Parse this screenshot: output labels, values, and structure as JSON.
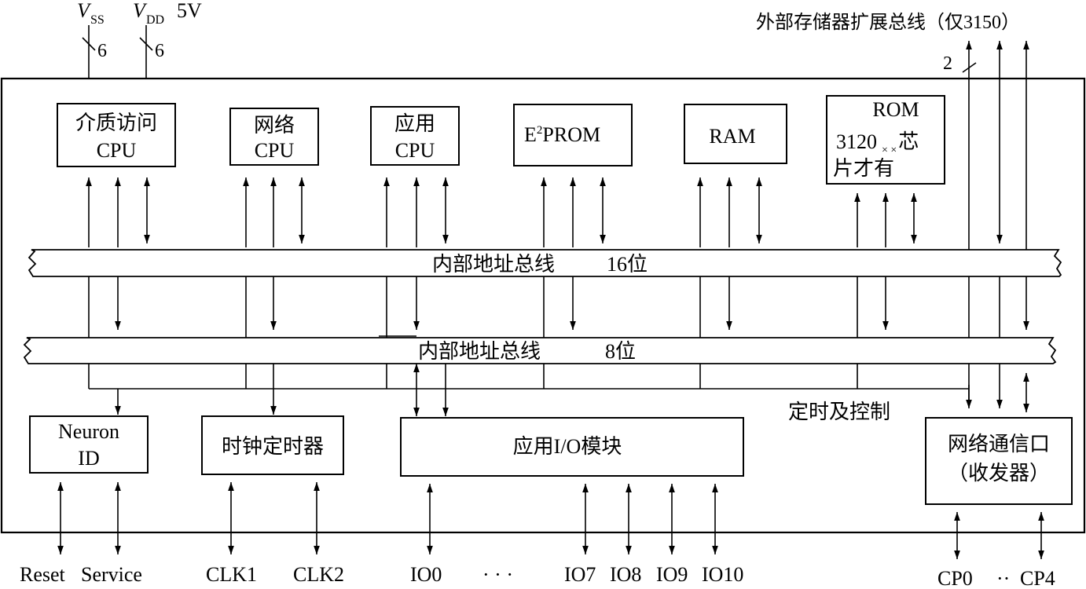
{
  "power": {
    "vss_symbol": "V",
    "vss_sub": "SS",
    "vss_count": "6",
    "vdd_symbol": "V",
    "vdd_sub": "DD",
    "vdd_voltage": "5V",
    "vdd_count": "6"
  },
  "external_bus": {
    "label": "外部存储器扩展总线（仅3150）",
    "width": "2"
  },
  "blocks": {
    "media_cpu": [
      "介质访问",
      "CPU"
    ],
    "network_cpu": [
      "网络",
      "CPU"
    ],
    "app_cpu": [
      "应用",
      "CPU"
    ],
    "eeprom": {
      "prefix": "E",
      "sup": "2",
      "suffix": "PROM"
    },
    "ram": "RAM",
    "rom": {
      "line1": "ROM",
      "line2": "3120",
      "line2_sub": "× ×",
      "line2_tail": "芯",
      "line3": "片才有"
    },
    "neuron_id": [
      "Neuron",
      "ID"
    ],
    "clock_timer": "时钟定时器",
    "app_io": "应用I/O模块",
    "net_port": [
      "网络通信口",
      "（收发器）"
    ]
  },
  "buses": {
    "bus16": {
      "name": "内部地址总线",
      "width": "16位"
    },
    "bus8": {
      "name": "内部地址总线",
      "width": "8位"
    },
    "timing": "定时及控制"
  },
  "pins": {
    "reset": "Reset",
    "service": "Service",
    "clk1": "CLK1",
    "clk2": "CLK2",
    "io0": "IO0",
    "io_dots": "· · ·",
    "io7": "IO7",
    "io8": "IO8",
    "io9": "IO9",
    "io10": "IO10",
    "cp0": "CP0",
    "cp_dots": "··",
    "cp4": "CP4"
  }
}
